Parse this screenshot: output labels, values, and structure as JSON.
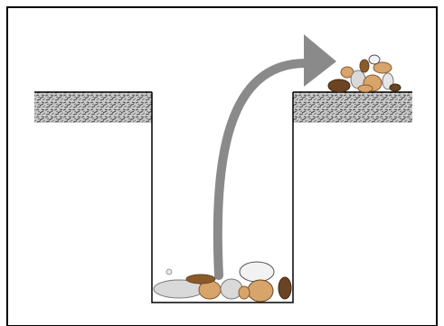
{
  "figure": {
    "cut_off_caption": "",
    "description_items": {
      "frame": "figure-frame",
      "pit": "pit-shaft",
      "left_ground": "left-ground-surface",
      "right_ground": "right-ground-surface",
      "arrow": "curved-up-arrow",
      "bottom_rocks": "rocks-at-pit-bottom",
      "top_rocks": "rocks-piled-on-surface"
    }
  },
  "colors": {
    "frame": "#000000",
    "ground_fill": "#bdbdbd",
    "ground_texture": "#5a5a5a",
    "arrow": "#8a8a8a",
    "rock_tan": "#d7a46c",
    "rock_brown": "#8b5a2b",
    "rock_dark_brown": "#6b4423",
    "rock_light_gray": "#d9d9d9",
    "rock_white": "#f2f2f2"
  }
}
